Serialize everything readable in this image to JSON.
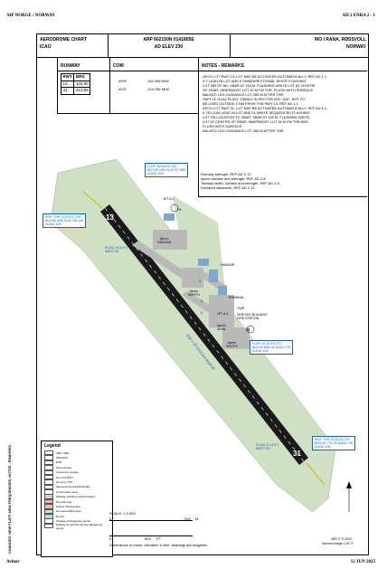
{
  "header": {
    "left": "AIP NORGE / NORWAY",
    "right": "AD 2 ENRA 2 - 1"
  },
  "footer": {
    "left": "Avinor",
    "right": "12 JUN 2025"
  },
  "side_text": "CHANGES: NEW PLATF, NEW FREQUENCIES, NOTES - REMARKS.",
  "title": {
    "line1": "AERODROME CHART",
    "line2": "ICAO",
    "arp": "ARP 662150N 0141805E",
    "elev": "AD ELEV 230",
    "place": "MO I RANA, RØSSVOLL",
    "country": "NORWAY"
  },
  "runway_section": {
    "heading": "RUNWAY",
    "columns": [
      "RWY",
      "BRG"
    ],
    "rows": [
      [
        "13",
        "133.90"
      ],
      [
        "31",
        "313.99"
      ]
    ]
  },
  "com_section": {
    "heading": "COM",
    "rows": [
      {
        "service": "AFIS",
        "freq": "119.955 MHZ"
      },
      {
        "service": "ATIS",
        "freq": "124.755 MHZ"
      }
    ]
  },
  "notes_section": {
    "heading": "NOTES - REMARKS",
    "notes": [
      "- APCH LGT RWY 13: LGT MAY BE ACTIVATED AUTOMATICALLY, REF AD 1.1.",
      "  4 Y LEAD-IN LGT AND 5 OMNIDIRECTIONAL WHITE FLASHING",
      "  LGT NW OF AD. XBAR AT 150 M. FLASHING WHITE LGT AT CENTRE",
      "  OF XBAR. INNERMOST LGT 30 M FM THR, FLUSH WITH SURFACE.",
      "  BALKED LDG GUIDANCE LGT 285 M AFTER THR.",
      "",
      "- PAPI 13: DUAL PLASI. VISIBLE IN SECTOR 294°-326°. NOT TO",
      "  BE USED OUTSIDE 2 NM FROM THR RWY 13, REF AD 1.1.",
      "",
      "- APCH LGT RWY 31: LGT MAY BE ACTIVATED AUTOMATICALLY, REF AD 1.1.",
      "  5 YELLOW LEAD-IN LGT AND 11 WHITE SEQUENCED FLASHING",
      "  LGT FM LOCATION TO XBAR. XBAR AT 150 M. FLASHING WHITE",
      "  LGT AT CENTRE OF XBAR. INNERMOST LGT 30 M FM THR AND",
      "  FLUSH WITH SURFACE.",
      "  BALKED LDG GUIDANCE LGT 285 M AFTER THR."
    ]
  },
  "strength_box": [
    "Runway strength, REF AD 2.12",
    "Apron surface and strength, REF AD 2.8",
    "Taxiway width, surface and strength, REF AD 2.8",
    "Declared distances, REF AD 2.13"
  ],
  "callouts": {
    "tlof_h2": [
      "TLOF H2 ELEV 225",
      "662159.23N 0141757.56E",
      "GUND 108"
    ],
    "thr13": [
      "RWY THR 13 ELEV 226",
      "662159.32N 0141748.14E",
      "GUND 108"
    ],
    "tlof_h1": [
      "TLOF H1 ELEV 227",
      "662149.86N 0141813.71E",
      "GUND 108"
    ],
    "thr31": [
      "RWY THR 31 ELEV 222",
      "662135.77N 0141826.73E",
      "GUND 108"
    ]
  },
  "map_labels": {
    "jet": "JET A-1",
    "h2": "H2",
    "apron_hangar": "Apron\nHANGAR",
    "plasi13": "PLASI 13 (4.5°)\nMEHT 28",
    "hangar": "HANGAR",
    "apron_north": "Apron\nNORTH",
    "terminal": "TERMINAL",
    "twr": "TWR",
    "service": "SERVICE BUILDING\nFIRE STATION",
    "jet2": "JET A-1",
    "apron_main": "Apron\nMAIN",
    "apron_south": "Apron\nSOUTH",
    "h1": "H1",
    "rwy_text": "833 x 30 Grooved Asphalt",
    "plasi31": "PLASI 31 (4.5°)\nMEHT 28",
    "rwy13": "13",
    "rwy31": "31",
    "twy1": "1",
    "twy2": "2",
    "twy3": "3"
  },
  "legend": {
    "title": "Legend",
    "items": [
      {
        "label": "ARP / ABP",
        "color": "#ffffff"
      },
      {
        "label": "Windsock",
        "color": "#ffffff"
      },
      {
        "label": "RVR",
        "color": "#ffffff"
      },
      {
        "label": "Anemometer",
        "color": "#ffffff"
      },
      {
        "label": "Instrument runway",
        "color": "#ffffff"
      },
      {
        "label": "No entry RWY",
        "color": "#ffffff"
      },
      {
        "label": "No entry TWY",
        "color": "#ffffff"
      },
      {
        "label": "Manoeuvring Area Boundary",
        "color": "#ffffff"
      },
      {
        "label": "Construction area",
        "color": "#ffffff"
      },
      {
        "label": "Parking / blocking stand marked",
        "color": "#cfcfcf"
      },
      {
        "label": "Dry-drill area",
        "color": "#f2b6b6"
      },
      {
        "label": "Engine Testing Area",
        "color": "#e8c49a"
      },
      {
        "label": "Non-accessible area",
        "color": "#d9d9d9"
      },
      {
        "label": "De-Ice",
        "color": "#b7d7ef"
      },
      {
        "label": "Storage of dangerous goods",
        "color": "#ffffff"
      },
      {
        "label": "Parking for aircraft carrying dangerous goods",
        "color": "#ffffff"
      }
    ]
  },
  "scale": {
    "label": "SCALE: 1:3 000",
    "m0": "0",
    "m200": "200",
    "m_unit": "M",
    "ft0": "0",
    "ft600": "600",
    "ft_unit": "FT",
    "units_note": "Dimensions in meter, elevation in feet, bearings are magnetic."
  },
  "north": {
    "var_line1": "VAR 3° E 2020",
    "var_line2": "Annual change 0.15° E"
  },
  "colors": {
    "grass": "#cfe0c5",
    "runway": "#1a1a1a",
    "apron": "#b9b9b9",
    "building": "#7fa7cc",
    "callout": "#1a5fa8"
  }
}
